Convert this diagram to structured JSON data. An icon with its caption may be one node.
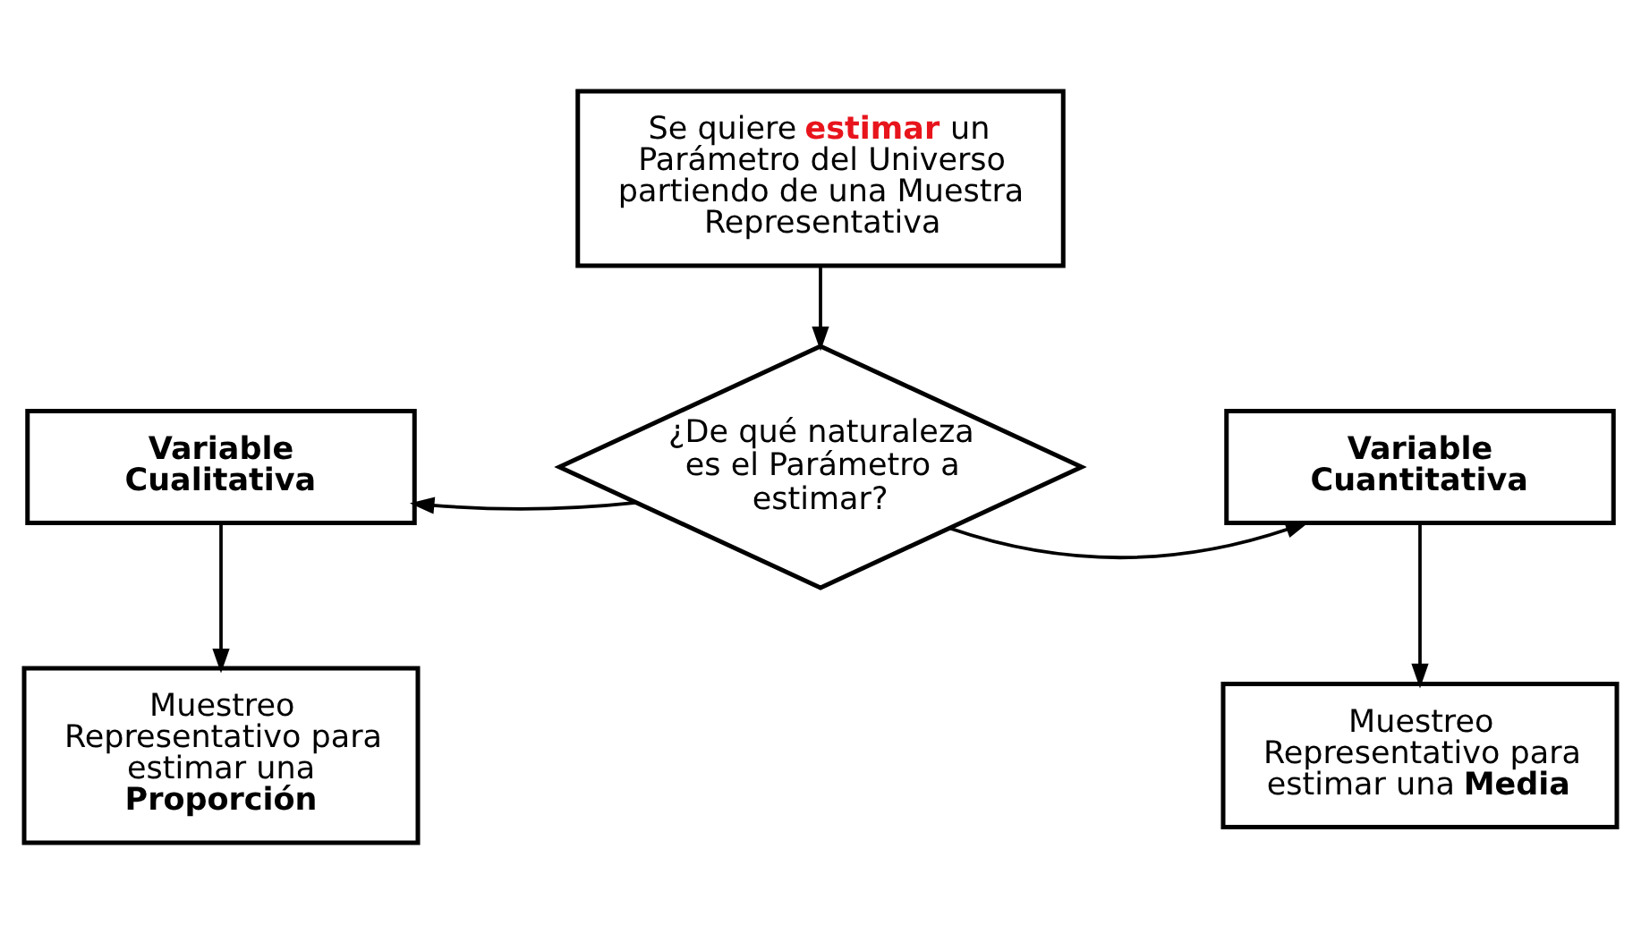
{
  "diagram": {
    "nodes": [
      {
        "text": [
          "Se quiere **estimar** un Parámetro del Universo partiendo de una Muestra Representativa"
        ]
      },
      {
        "text": [
          "¿De qué naturaleza es el Parámetro a estimar?"
        ]
      },
      {
        "text": [
          "**Variable Cualitativa**"
        ]
      },
      {
        "text": [
          "**Variable Cuantitativa**"
        ]
      },
      {
        "text": [
          "Muestreo Representativo para estimar una **Proporción**"
        ]
      },
      {
        "text": [
          "Muestreo Representativo para estimar una **Media**"
        ]
      }
    ],
    "edges": [
      {
        "from": 0,
        "to": 1,
        "arrow": "to"
      },
      {
        "from": 1,
        "to": 2,
        "arrow": "to"
      },
      {
        "from": 1,
        "to": 3,
        "arrow": "to"
      },
      {
        "from": 2,
        "to": 4,
        "arrow": "to"
      },
      {
        "from": 3,
        "to": 5,
        "arrow": "to"
      }
    ]
  }
}
